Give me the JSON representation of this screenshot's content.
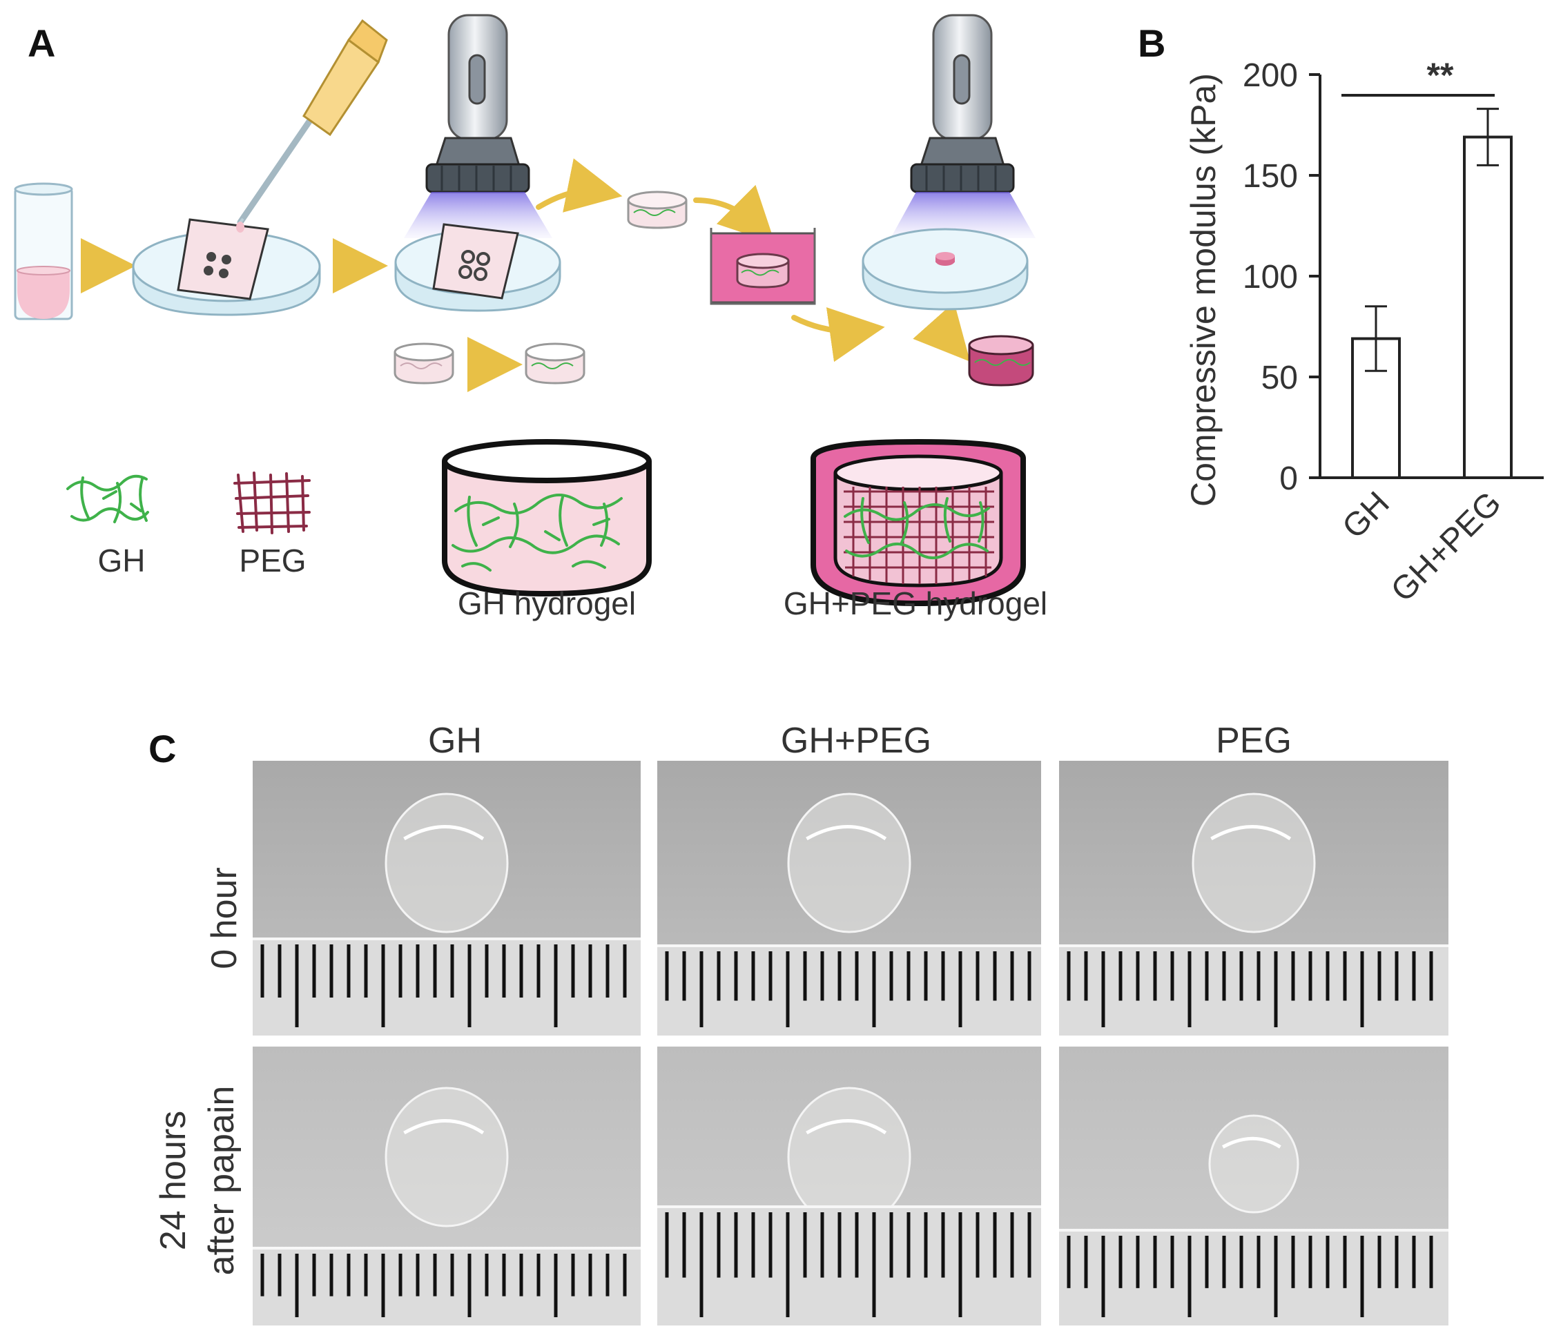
{
  "panel_letters": {
    "a": "A",
    "b": "B",
    "c": "C"
  },
  "panel_a": {
    "legend_labels": {
      "gh": "GH",
      "peg": "PEG"
    },
    "hydrogel_labels": {
      "gh": "GH hydrogel",
      "gh_peg": "GH+PEG hydrogel"
    },
    "colors": {
      "gh_network": "#3fb24a",
      "peg_mesh": "#8a2b45",
      "pink_gel": "#f7d6dd",
      "magenta_bath": "#e86ca6",
      "uv_light": "#8070e8",
      "arrow": "#e8c046"
    }
  },
  "chart_data": {
    "type": "bar",
    "categories": [
      "GH",
      "GH+PEG"
    ],
    "values": [
      69,
      169
    ],
    "error_bars": [
      16,
      14
    ],
    "ylabel": "Compressive modulus (kPa)",
    "ylim": [
      0,
      200
    ],
    "yticks": [
      "0",
      "50",
      "100",
      "150",
      "200"
    ],
    "significance": "**",
    "grid": false
  },
  "panel_c": {
    "column_headers": [
      "GH",
      "GH+PEG",
      "PEG"
    ],
    "row_labels": [
      "0 hour",
      "24 hours",
      "after papain"
    ]
  }
}
